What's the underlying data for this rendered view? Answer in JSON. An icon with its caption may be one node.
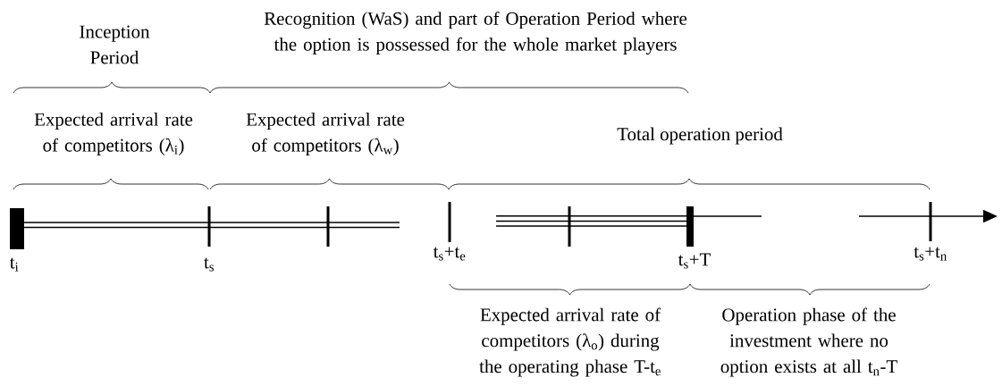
{
  "diagram": {
    "labels": [
      "Inception Period",
      "Recognition (WaS) and part of Operation Period where the option is possessed for the whole market players",
      "Expected arrival rate of competitors (λ$_{i}$)",
      "Expected arrival rate of competitors (λ$_{w}$)",
      "Total operation period",
      "t$_{i}$",
      "t$_{s}$",
      "t$_{s}$+t$_{e}$",
      "t$_{s}$+T",
      "t$_{s}$+t$_{n}$",
      "Expected arrival rate of competitors (λ$_{o}$) during the operating phase T-t$_{e}$",
      "Operation phase of the investment where no option exists at all t$_{n}$-T"
    ]
  }
}
